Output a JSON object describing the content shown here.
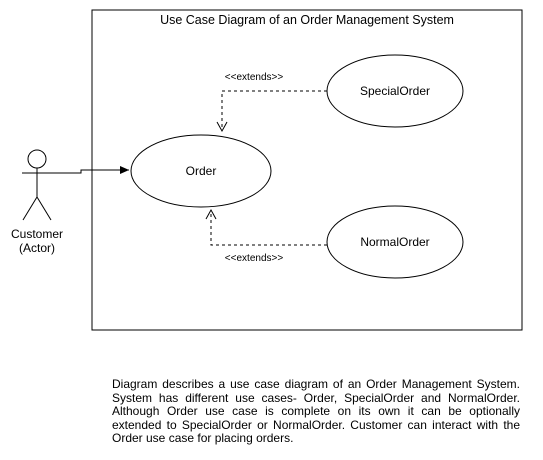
{
  "system": {
    "title": "Use Case Diagram of an Order Management System"
  },
  "actor": {
    "name": "Customer",
    "role": "(Actor)"
  },
  "use_cases": {
    "order": "Order",
    "special_order": "SpecialOrder",
    "normal_order": "NormalOrder"
  },
  "relations": {
    "extends_top": "<<extends>>",
    "extends_bottom": "<<extends>>"
  },
  "description": "Diagram describes a use case diagram of an Order Management System. System has different use cases- Order, SpecialOrder and NormalOrder. Although Order use case is complete on its own it can be optionally extended to SpecialOrder or NormalOrder. Customer can interact with the Order use case for placing orders."
}
